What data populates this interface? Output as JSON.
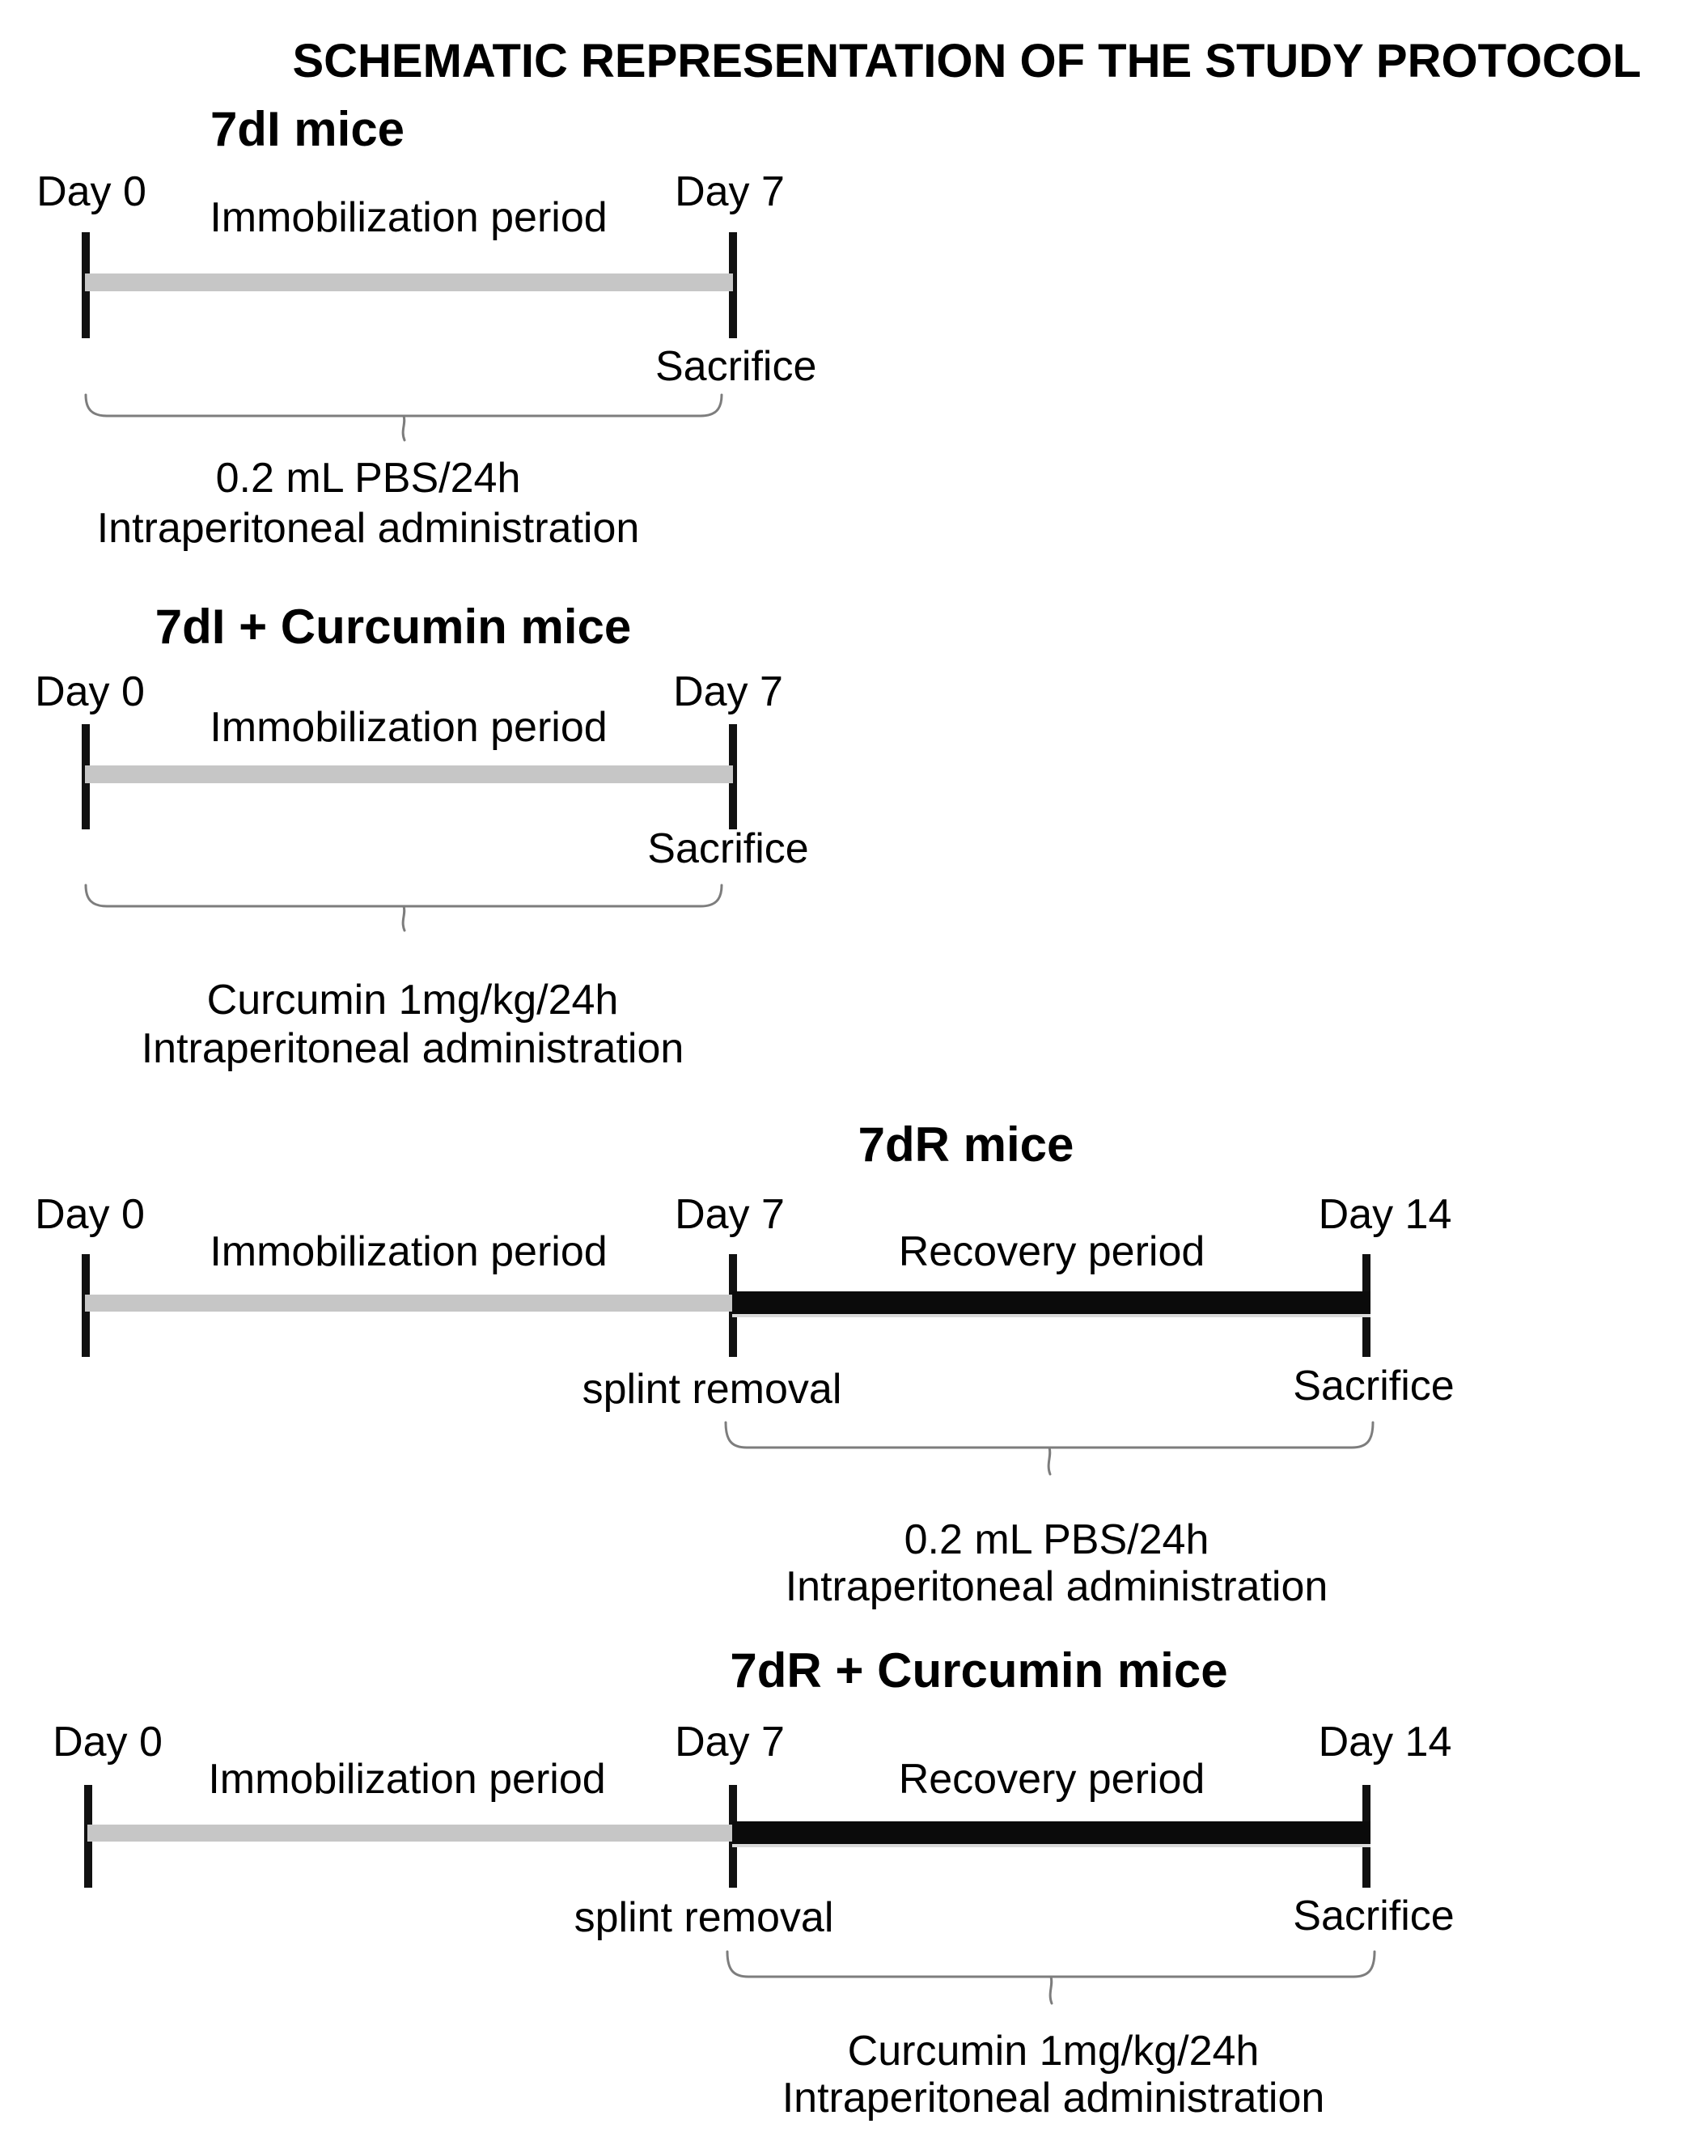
{
  "page": {
    "title": "SCHEMATIC REPRESENTATION OF THE STUDY PROTOCOL",
    "background": "#ffffff"
  },
  "colors": {
    "text": "#000000",
    "immobilization_bar": "#c6c6c6",
    "recovery_bar": "#0b0b0b",
    "recovery_bar_shadow": "#d9d9d9",
    "tick": "#111111",
    "brace": "#7d7d7d"
  },
  "sections": [
    {
      "title": "7dI mice",
      "day_start": "Day 0",
      "day_end": "Day 7",
      "immobilization_label": "Immobilization period",
      "sacrifice_label": "Sacrifice",
      "treatment_line1": "0.2 mL PBS/24h",
      "treatment_line2": "Intraperitoneal administration"
    },
    {
      "title": "7dI + Curcumin mice",
      "day_start": "Day 0",
      "day_end": "Day 7",
      "immobilization_label": "Immobilization period",
      "sacrifice_label": "Sacrifice",
      "treatment_line1": "Curcumin 1mg/kg/24h",
      "treatment_line2": "Intraperitoneal administration"
    },
    {
      "title": "7dR mice",
      "day_start": "Day 0",
      "day_mid": "Day 7",
      "day_end": "Day 14",
      "immobilization_label": "Immobilization period",
      "recovery_label": "Recovery period",
      "splint_label": "splint removal",
      "sacrifice_label": "Sacrifice",
      "treatment_line1": "0.2 mL PBS/24h",
      "treatment_line2": "Intraperitoneal administration"
    },
    {
      "title": "7dR + Curcumin mice",
      "day_start": "Day 0",
      "day_mid": "Day 7",
      "day_end": "Day 14",
      "immobilization_label": "Immobilization period",
      "recovery_label": "Recovery period",
      "splint_label": "splint removal",
      "sacrifice_label": "Sacrifice",
      "treatment_line1": "Curcumin 1mg/kg/24h",
      "treatment_line2": "Intraperitoneal administration"
    }
  ]
}
